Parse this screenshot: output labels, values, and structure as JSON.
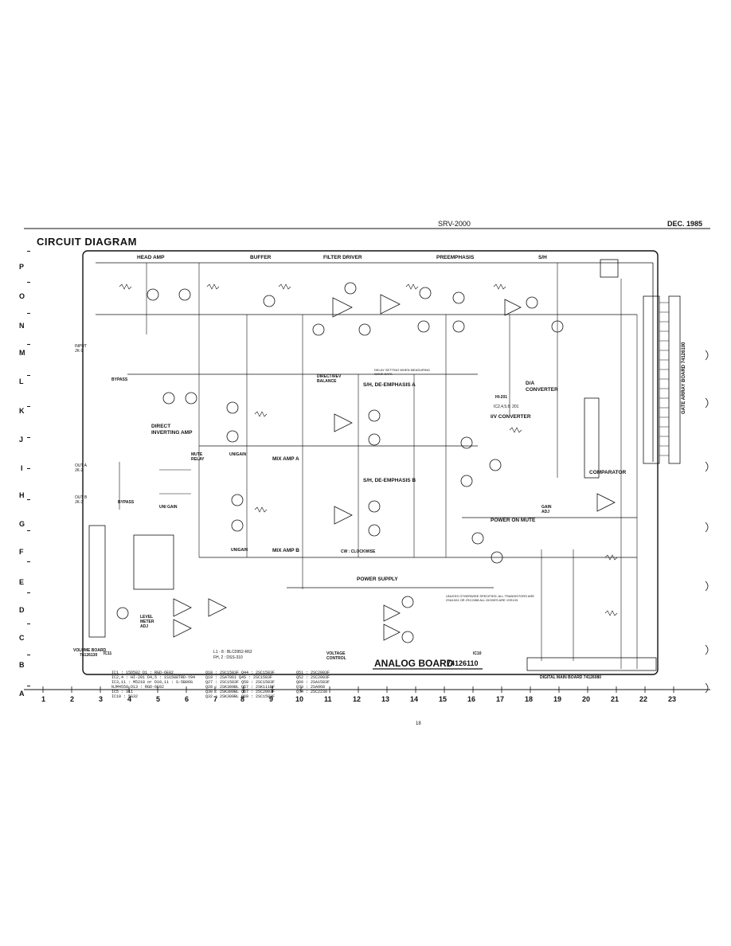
{
  "header": {
    "model": "SRV-2000",
    "date": "DEC. 1985"
  },
  "title": "CIRCUIT DIAGRAM",
  "blocks": {
    "head_amp": "HEAD AMP",
    "buffer": "BUFFER",
    "filter_driver": "FILTER DRIVER",
    "preemphasis": "PREEMPHASIS",
    "sh": "S/H",
    "direct_inverting_amp": "DIRECT INVERTING AMP",
    "direct_rev_balance": "DIRECT/REV BALANCE",
    "sh_deemphasis_a": "S/H, DE-EMPHASIS A",
    "sh_deemphasis_b": "S/H, DE-EMPHASIS B",
    "da_converter": "D/A CONVERTER",
    "iv_converter": "I/V CONVERTER",
    "comparator": "COMPARATOR",
    "mix_amp_a": "MIX AMP A",
    "mix_amp_b": "MIX AMP B",
    "mute_relay": "MUTE RELAY",
    "power_on_mute": "POWER ON MUTE",
    "power_supply": "POWER SUPPLY",
    "unigain": "UNIGAIN",
    "uni_gain": "UNI GAIN",
    "bypass": "BYPASS",
    "level_meter_adj": "LEVEL METER ADJ",
    "gain_adj": "GAIN ADJ",
    "voltage_control": "VOLTAGE CONTROL",
    "cw_clockwise": "CW : CLOCKWISE",
    "volume_board": "VOLUME BOARD",
    "volume_board_num": "74126130",
    "out_a": "OUT A JK-2",
    "out_b": "OUT B JK-3",
    "input": "INPUT JK-1",
    "hi201": "HI-201",
    "ic_note": "IC2,4,5,6: 201",
    "ic11": "IC11",
    "ic10": "IC10",
    "relay_note": "L1 - 8 : BLC0952-R62",
    "fh_note": "FH, 2 : DSS-310",
    "delay_note": "DELAY SETTING WHEN MEASURING WAVE DATA",
    "unless_note": "UNLESS OTHERWISE SPECIFIED: ALL TRANSISTORS ARE 2SA1024 OR 2SC2458 ALL DIODES ARE 1SS133"
  },
  "board": {
    "title": "ANALOG BOARD",
    "number": "74126110"
  },
  "digital_board": "DIGITAL MAIN BOARD 74126080",
  "gate_array_board": "GATE ARRAY BOARD 74126100",
  "page_number": "18",
  "row_markers": [
    "P",
    "O",
    "N",
    "M",
    "L",
    "K",
    "J",
    "I",
    "H",
    "G",
    "F",
    "E",
    "D",
    "C",
    "B",
    "A"
  ],
  "column_markers": [
    "1",
    "2",
    "3",
    "4",
    "5",
    "6",
    "7",
    "8",
    "9",
    "10",
    "11",
    "12",
    "13",
    "14",
    "15",
    "16",
    "17",
    "18",
    "19",
    "20",
    "21",
    "22",
    "23"
  ],
  "parts_list": [
    "IC1    : 15D582      D1     : RGD-6E82",
    "IC2,4  : HI-201      D4,5   : 1S1588TRD-Y04",
    "IC3,11 : M5218 or    D10,11 : S-5B06G",
    "         NJM4558     D13    : RGD-6E82",
    "IC5    : 311",
    "IC10   : 5G32"
  ],
  "parts_list_2": [
    "Q18 : 2SC1583F   Q44 : 2SC1583F",
    "Q19 : 2SA7061    Q45 : 2SC1583F",
    "Q27 : 2SC1583F   Q50 : 2SC1583F",
    "Q28 : 2SK389BL   Q57 : 2SK111BF",
    "Q30 : 2SK389BL   Q67 : 2SC2003F",
    "Q32 : 2SK389BL   Q69 : 2SC1583F"
  ],
  "parts_list_3": [
    "Q51 : 2SC2003F",
    "Q52 : 2SC2003F",
    "Q66 : 2SA1583F",
    "Q73 : 2SA968",
    "Q74 : 2SC2238"
  ]
}
